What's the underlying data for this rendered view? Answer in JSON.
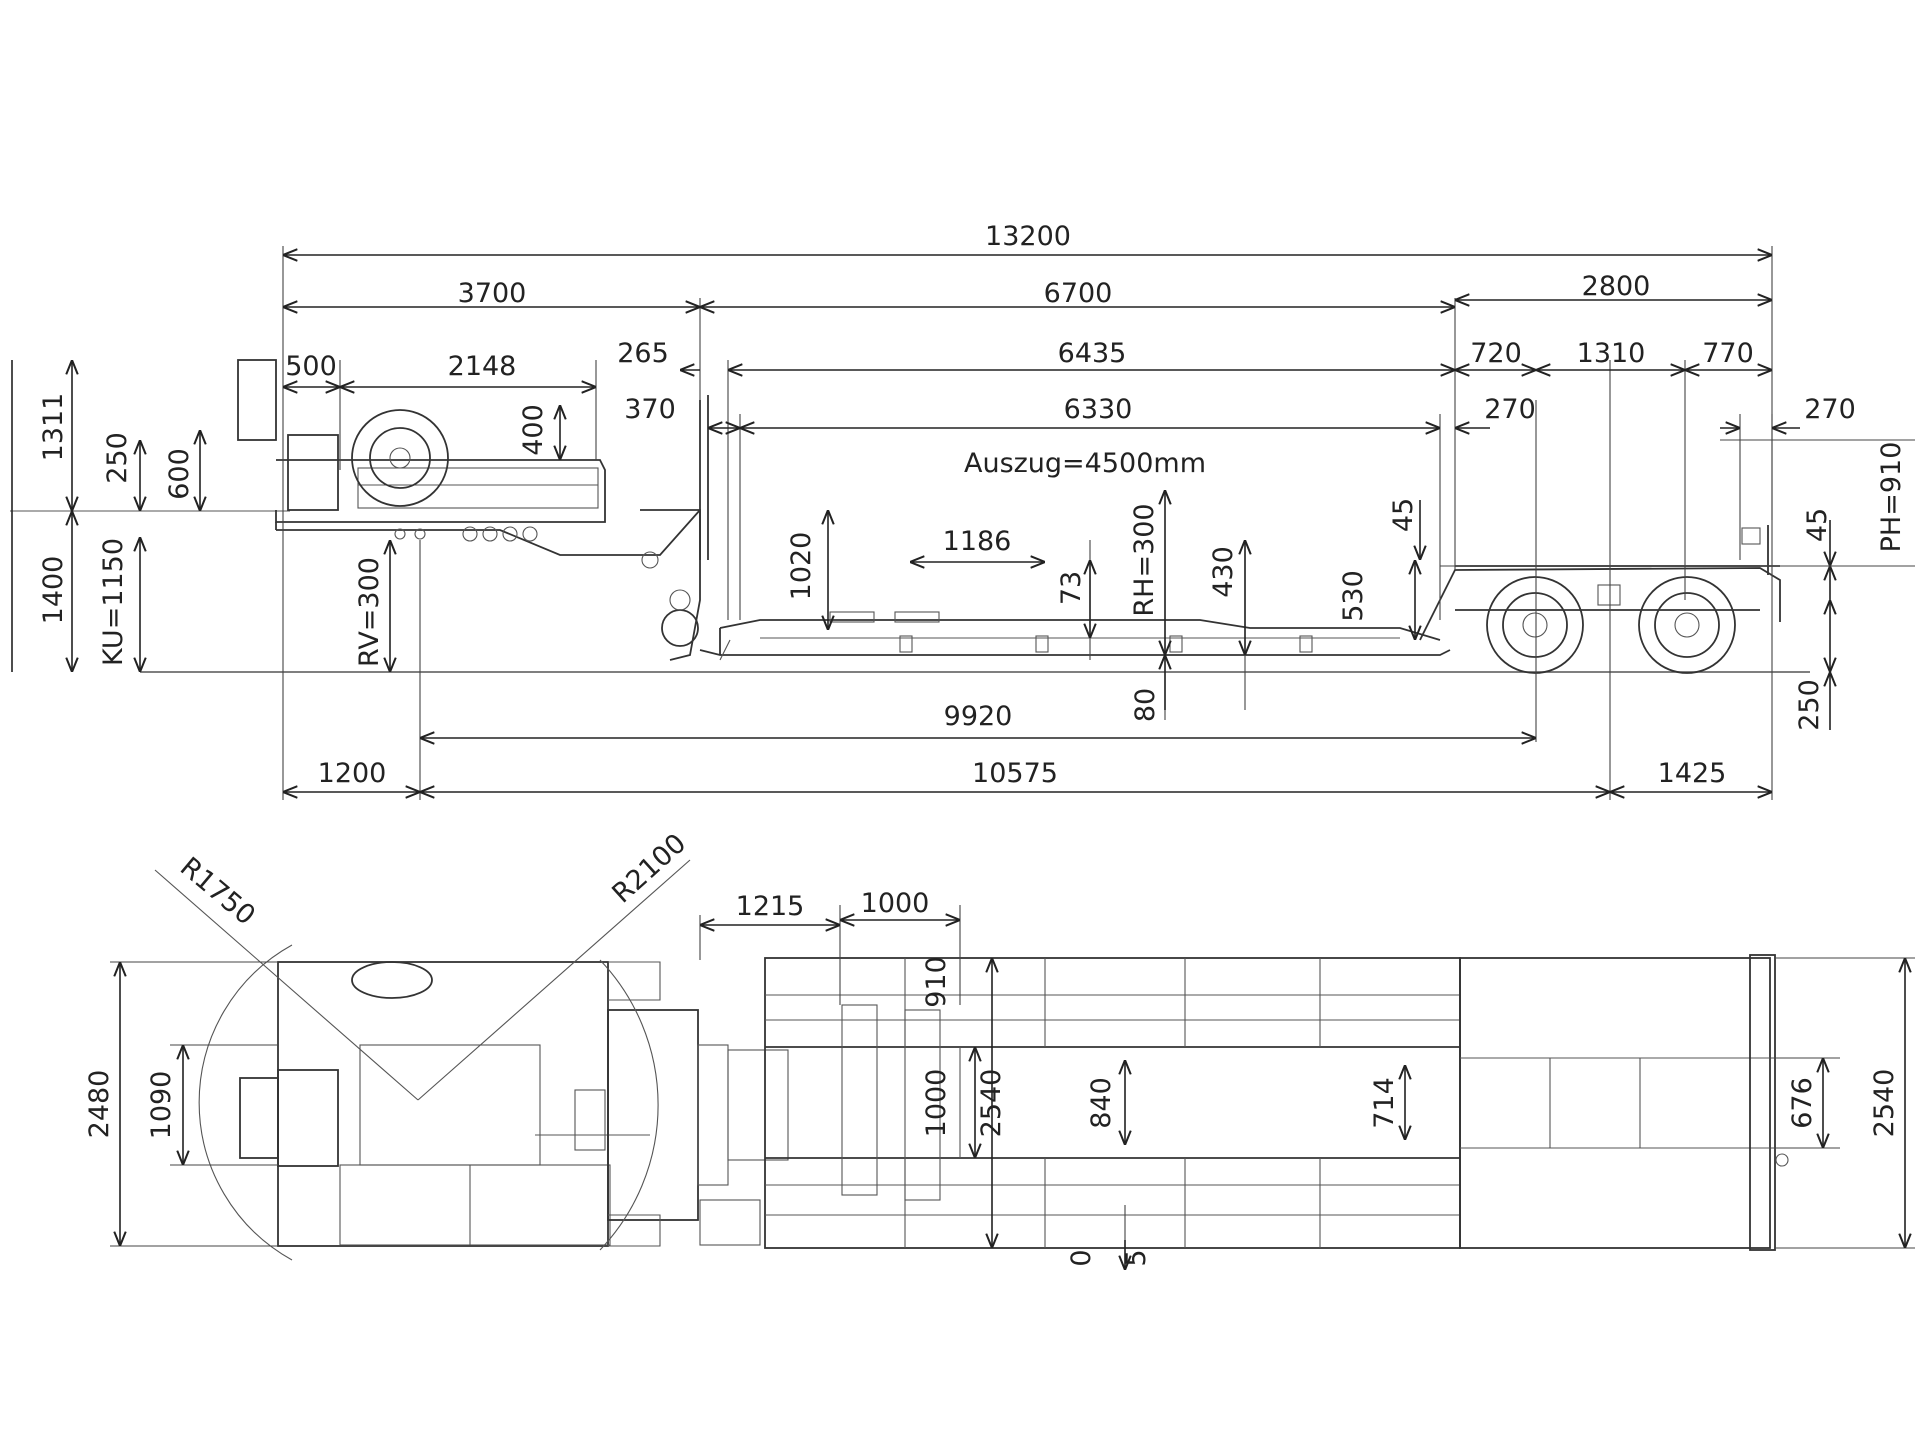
{
  "side_view": {
    "overall_length": "13200",
    "gooseneck_length": "3700",
    "platform_length": "6700",
    "rear_length": "2800",
    "front_overhang": "500",
    "kingpin_to_front": "2148",
    "gap_265": "265",
    "deck_6435": "6435",
    "rear_720": "720",
    "axle_spacing_1310": "1310",
    "rear_770": "770",
    "gap_370": "370",
    "deck_6330": "6330",
    "rear_270_a": "270",
    "rear_270_b": "270",
    "extension": "Auszug=4500mm",
    "height_1311": "1311",
    "height_250": "250",
    "height_600": "600",
    "height_400": "400",
    "height_1400": "1400",
    "ku": "KU=1150",
    "rv": "RV=300",
    "height_1020": "1020",
    "width_1186": "1186",
    "height_73": "73",
    "rh": "RH=300",
    "height_430": "430",
    "height_45_a": "45",
    "height_530": "530",
    "height_45_b": "45",
    "ph": "PH=910",
    "height_80": "80",
    "height_250_rear": "250",
    "wheelbase_9920": "9920",
    "front_1200": "1200",
    "length_10575": "10575",
    "rear_1425": "1425"
  },
  "top_view": {
    "radius_1750": "R1750",
    "radius_2100": "R2100",
    "length_1215": "1215",
    "length_1000": "1000",
    "label_910": "910",
    "width_2480": "2480",
    "width_1090": "1090",
    "vertical_1000": "1000",
    "width_2540_inner": "2540",
    "width_840": "840",
    "width_714": "714",
    "width_676": "676",
    "width_2540_outer": "2540",
    "small_0": "0",
    "small_5": "5"
  }
}
